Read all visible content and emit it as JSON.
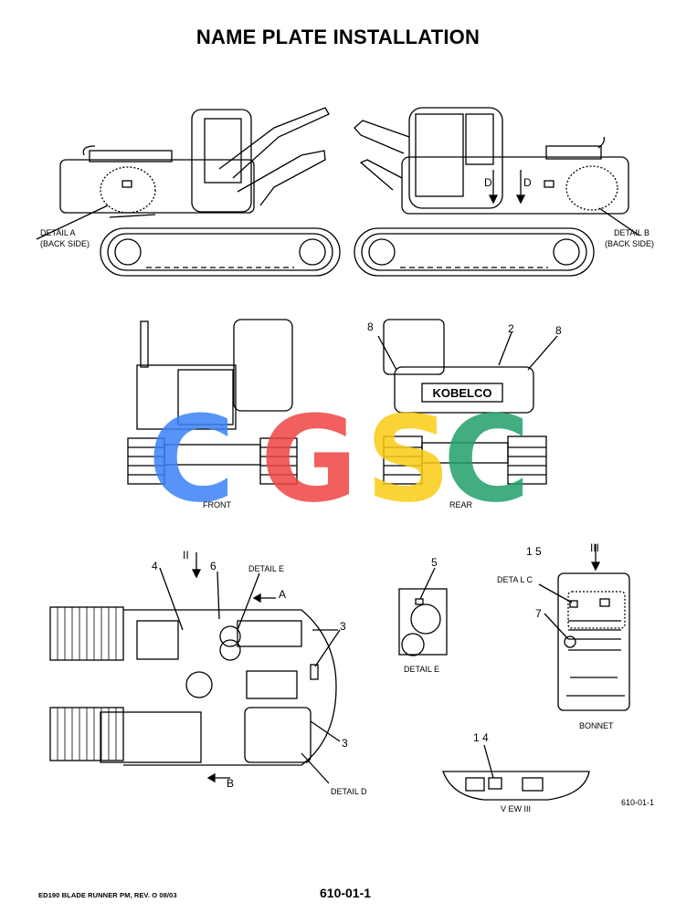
{
  "title": "NAME PLATE INSTALLATION",
  "labels": {
    "detail_a": "DETAIL A",
    "detail_a_sub": "(BACK SIDE)",
    "detail_b": "DETAIL B",
    "detail_b_sub": "(BACK SIDE)",
    "front": "FRONT",
    "rear": "REAR",
    "detail_e_top": "DETAIL E",
    "detail_e": "DETAIL E",
    "detail_c": "DETA L C",
    "bonnet": "BONNET",
    "detail_d": "DETAIL D",
    "view_iii": "V EW III",
    "view_arrow_a": "A",
    "view_arrow_b": "B",
    "view_arrow_d1": "D",
    "view_arrow_d2": "D",
    "brand_plate": "KOBELCO",
    "drawing_ref": "610-01-1"
  },
  "callouts": {
    "n2": "2",
    "n8_left": "8",
    "n8_right": "8",
    "n4": "4",
    "n6": "6",
    "n3_top": "3",
    "n3_bottom": "3",
    "n5": "5",
    "n15": "1 5",
    "n7": "7",
    "n14": "1 4",
    "roman_ii": "II",
    "roman_iii": "III"
  },
  "watermark": {
    "letters": [
      "C",
      "G",
      "S",
      "C"
    ],
    "colors": [
      "#3b82f6",
      "#ef4444",
      "#facc15",
      "#22a06b"
    ]
  },
  "footer": {
    "left": "ED190 BLADE RUNNER PM, REV. O 08/03",
    "center": "610-01-1"
  }
}
